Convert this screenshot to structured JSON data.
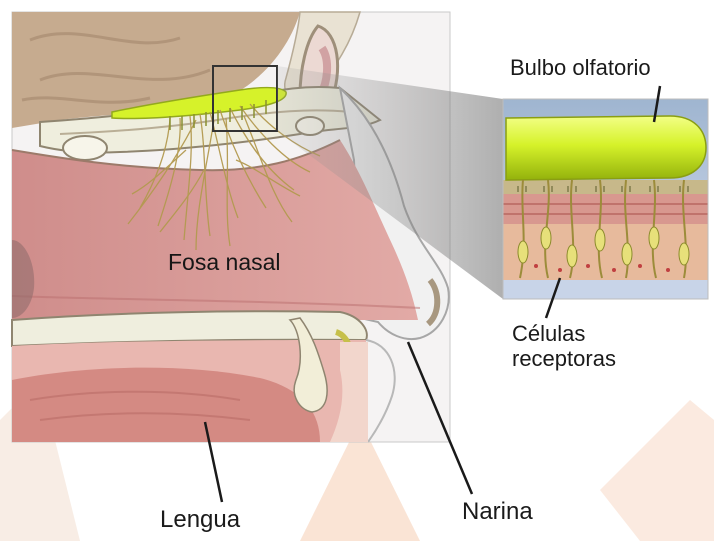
{
  "labels": {
    "fosa_nasal": "Fosa nasal",
    "bulbo_olfatorio": "Bulbo olfatorio",
    "celulas_line1": "Células",
    "celulas_line2": "receptoras",
    "lengua": "Lengua",
    "narina": "Narina"
  },
  "colors": {
    "bulb": "#d6f22a",
    "nasal_cavity": "#d79a97",
    "bone": "#efeede",
    "brain": "#c4aa8f",
    "tongue": "#d48a83",
    "nerve_fibers": "#b39a50",
    "watermark": "#f4c9b0"
  }
}
